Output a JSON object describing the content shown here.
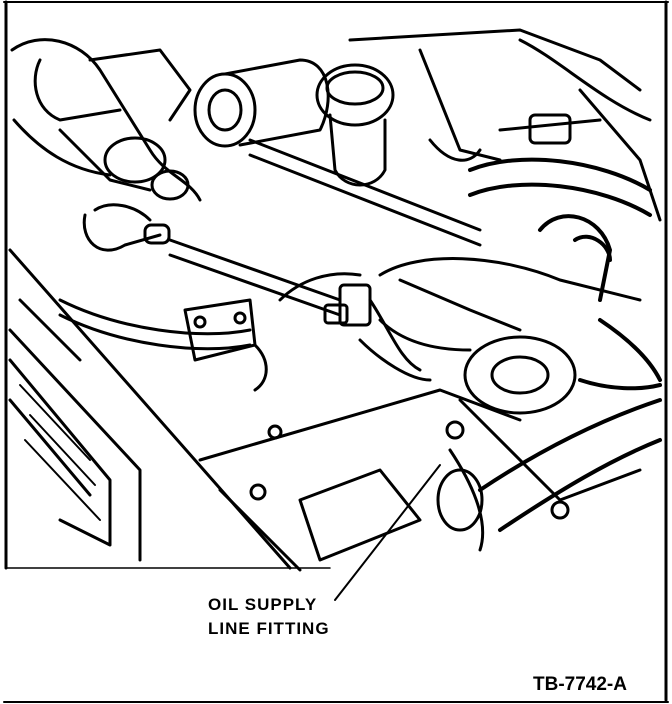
{
  "callout": {
    "line1": "OIL SUPPLY",
    "line2": "LINE FITTING"
  },
  "figure_id": "TB-7742-A",
  "colors": {
    "ink": "#000000",
    "paper": "#ffffff"
  }
}
